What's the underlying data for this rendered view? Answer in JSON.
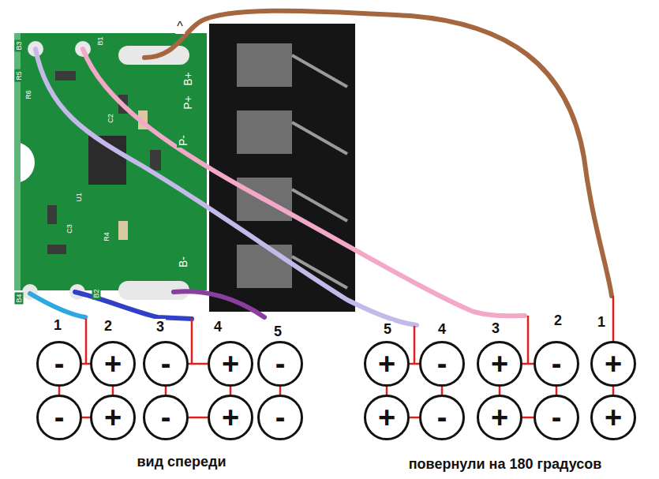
{
  "diagram": {
    "nodes": [
      {
        "text": [
          "-"
        ]
      },
      {
        "text": [
          "+"
        ]
      },
      {
        "text": [
          "-"
        ]
      },
      {
        "text": [
          "+"
        ]
      },
      {
        "text": [
          "-"
        ]
      },
      {
        "text": [
          "+"
        ]
      },
      {
        "text": [
          "-"
        ]
      },
      {
        "text": [
          "+"
        ]
      },
      {
        "text": [
          "-"
        ]
      },
      {
        "text": [
          "+"
        ]
      },
      {
        "text": [
          "-"
        ]
      },
      {
        "text": [
          "+"
        ]
      },
      {
        "text": [
          "-"
        ]
      },
      {
        "text": [
          "+"
        ]
      },
      {
        "text": [
          "-"
        ]
      },
      {
        "text": [
          "+"
        ]
      },
      {
        "text": [
          "-"
        ]
      },
      {
        "text": [
          "+"
        ]
      },
      {
        "text": [
          "-"
        ]
      },
      {
        "text": [
          "+"
        ]
      }
    ],
    "edges": [
      {
        "from": 0,
        "to": 1,
        "arrow": "none"
      },
      {
        "from": 1,
        "to": 11,
        "arrow": "none"
      },
      {
        "from": 11,
        "to": 10,
        "arrow": "none"
      },
      {
        "from": 10,
        "to": 0,
        "arrow": "none"
      },
      {
        "from": 2,
        "to": 3,
        "arrow": "none"
      },
      {
        "from": 3,
        "to": 13,
        "arrow": "none"
      },
      {
        "from": 13,
        "to": 12,
        "arrow": "none"
      },
      {
        "from": 12,
        "to": 2,
        "arrow": "none"
      },
      {
        "from": 4,
        "to": 14,
        "arrow": "none"
      },
      {
        "from": 5,
        "to": 6,
        "arrow": "none"
      },
      {
        "from": 6,
        "to": 16,
        "arrow": "none"
      },
      {
        "from": 16,
        "to": 15,
        "arrow": "none"
      },
      {
        "from": 15,
        "to": 5,
        "arrow": "none"
      },
      {
        "from": 7,
        "to": 8,
        "arrow": "none"
      },
      {
        "from": 8,
        "to": 18,
        "arrow": "none"
      },
      {
        "from": 18,
        "to": 17,
        "arrow": "none"
      },
      {
        "from": 17,
        "to": 7,
        "arrow": "none"
      },
      {
        "from": 9,
        "to": 19,
        "arrow": "none"
      }
    ],
    "labels": [
      "1",
      "2",
      "3",
      "4",
      "5",
      "5",
      "4",
      "3",
      "2",
      "1",
      "B3",
      "B1",
      "R5",
      "R6",
      "C2",
      "U1",
      "C3",
      "R4",
      "B4",
      "B2",
      "B+",
      "P+",
      "P-",
      "B-",
      "^",
      "вид спереди",
      "повернули на 180 градусов"
    ]
  }
}
